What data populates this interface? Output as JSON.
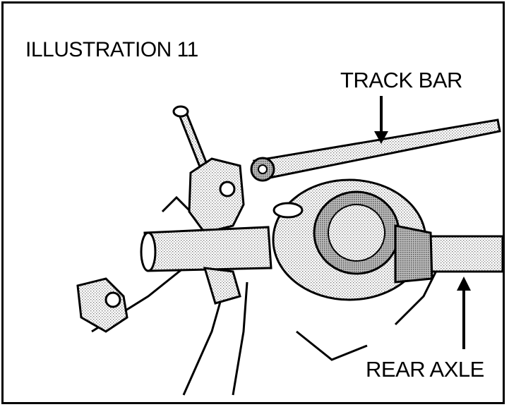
{
  "illustration": {
    "title": "ILLUSTRATION 11",
    "callouts": {
      "track_bar": "TRACK BAR",
      "rear_axle": "REAR AXLE"
    }
  },
  "colors": {
    "ink": "#000000",
    "paper": "#ffffff",
    "shade": "#8a8a8a",
    "light_shade": "#c8c8c8"
  }
}
